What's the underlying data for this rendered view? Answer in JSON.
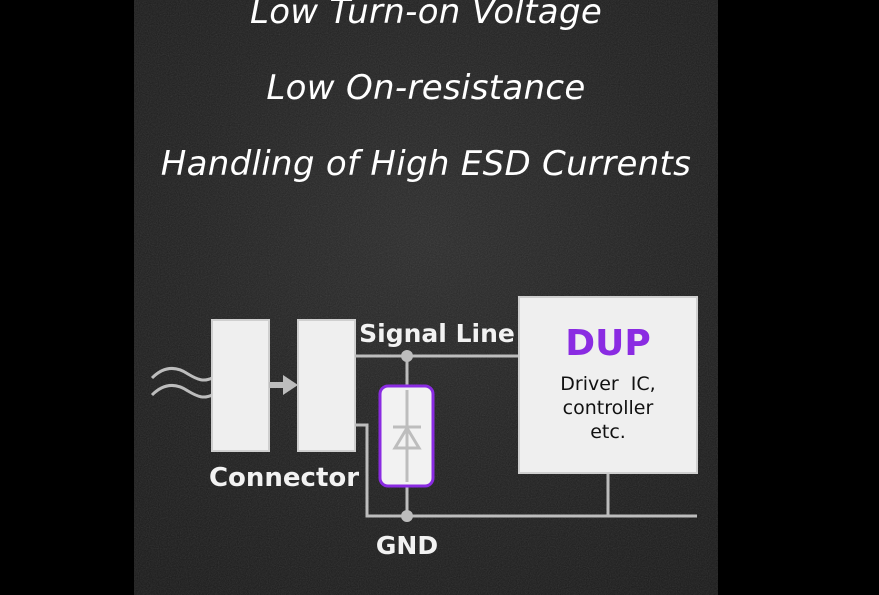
{
  "features": [
    "Low Turn-on Voltage",
    "Low On-resistance",
    "Handling of High ESD Currents"
  ],
  "diagram": {
    "signal_line_label": "Signal Line",
    "gnd_label": "GND",
    "connector_label": "Connector",
    "dup_title": "DUP",
    "dup_desc_line1": "Driver  IC,",
    "dup_desc_line2": "controller",
    "dup_desc_line3": "etc."
  },
  "colors": {
    "background_panel": "#222222",
    "accent_purple": "#8a2be2",
    "wire_gray": "#bdbdbd",
    "box_fill": "#efefef"
  }
}
